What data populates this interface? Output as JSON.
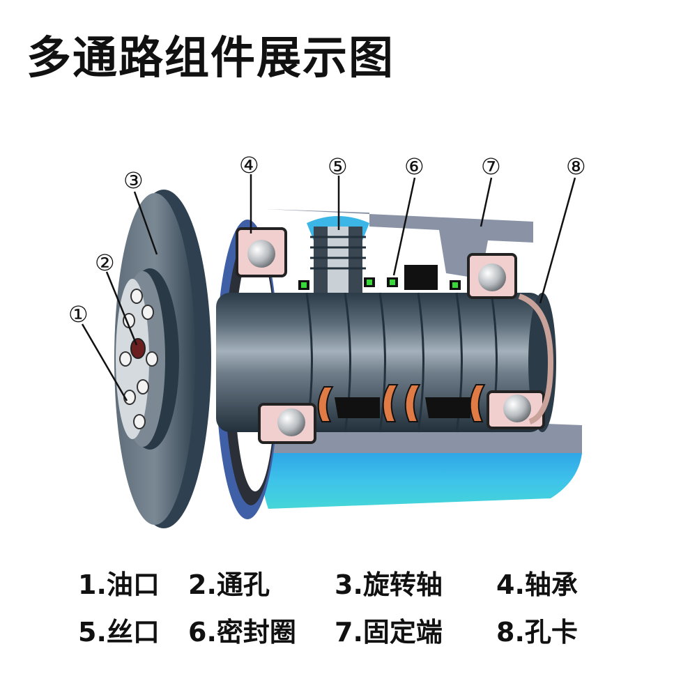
{
  "title": "多通路组件展示图",
  "callouts": [
    "①",
    "②",
    "③",
    "④",
    "⑤",
    "⑥",
    "⑦",
    "⑧"
  ],
  "legend": [
    "1.油口",
    "2.通孔",
    "3.旋转轴",
    "4.轴承",
    "5.丝口",
    "6.密封圈",
    "7.固定端",
    "8.孔卡"
  ],
  "colors": {
    "shaft_dark": "#2e3f4d",
    "shaft_light": "#8d9ba6",
    "housing": "#8a93a6",
    "housing_blue": "#3fb8e8",
    "bearing_pink": "#f2cfcf",
    "seal_green": "#39d83a",
    "seal_copper": "#e07b45"
  }
}
